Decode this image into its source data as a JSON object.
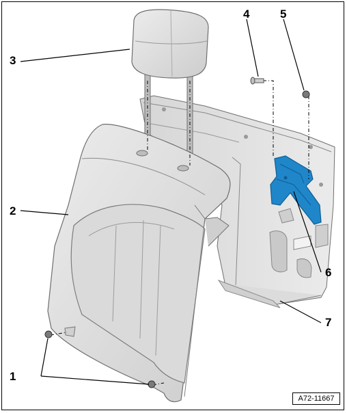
{
  "callouts": [
    {
      "id": "1",
      "text": "1"
    },
    {
      "id": "2",
      "text": "2"
    },
    {
      "id": "3",
      "text": "3"
    },
    {
      "id": "4",
      "text": "4"
    },
    {
      "id": "5",
      "text": "5"
    },
    {
      "id": "6",
      "text": "6"
    },
    {
      "id": "7",
      "text": "7"
    }
  ],
  "figure_ref": "A72-11667",
  "colors": {
    "part_fill": "#e2e2e2",
    "part_shade": "#cfcfcf",
    "outline": "#6e6e6e",
    "highlight_part": "#1f86c9",
    "highlight_dark": "#0f5e93"
  }
}
